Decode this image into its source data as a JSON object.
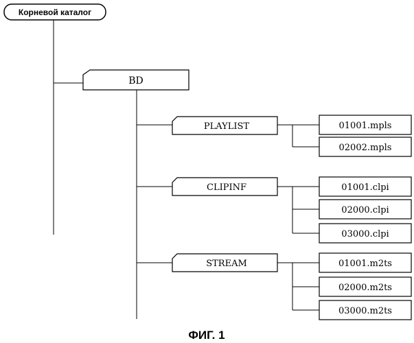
{
  "root": {
    "label": "Корневой каталог"
  },
  "bd": {
    "label": "BD"
  },
  "folders": [
    {
      "label": "PLAYLIST",
      "files": [
        "01001.mpls",
        "02002.mpls"
      ]
    },
    {
      "label": "CLIPINF",
      "files": [
        "01001.clpi",
        "02000.clpi",
        "03000.clpi"
      ]
    },
    {
      "label": "STREAM",
      "files": [
        "01001.m2ts",
        "02000.m2ts",
        "03000.m2ts"
      ]
    }
  ],
  "caption": "ФИГ. 1"
}
